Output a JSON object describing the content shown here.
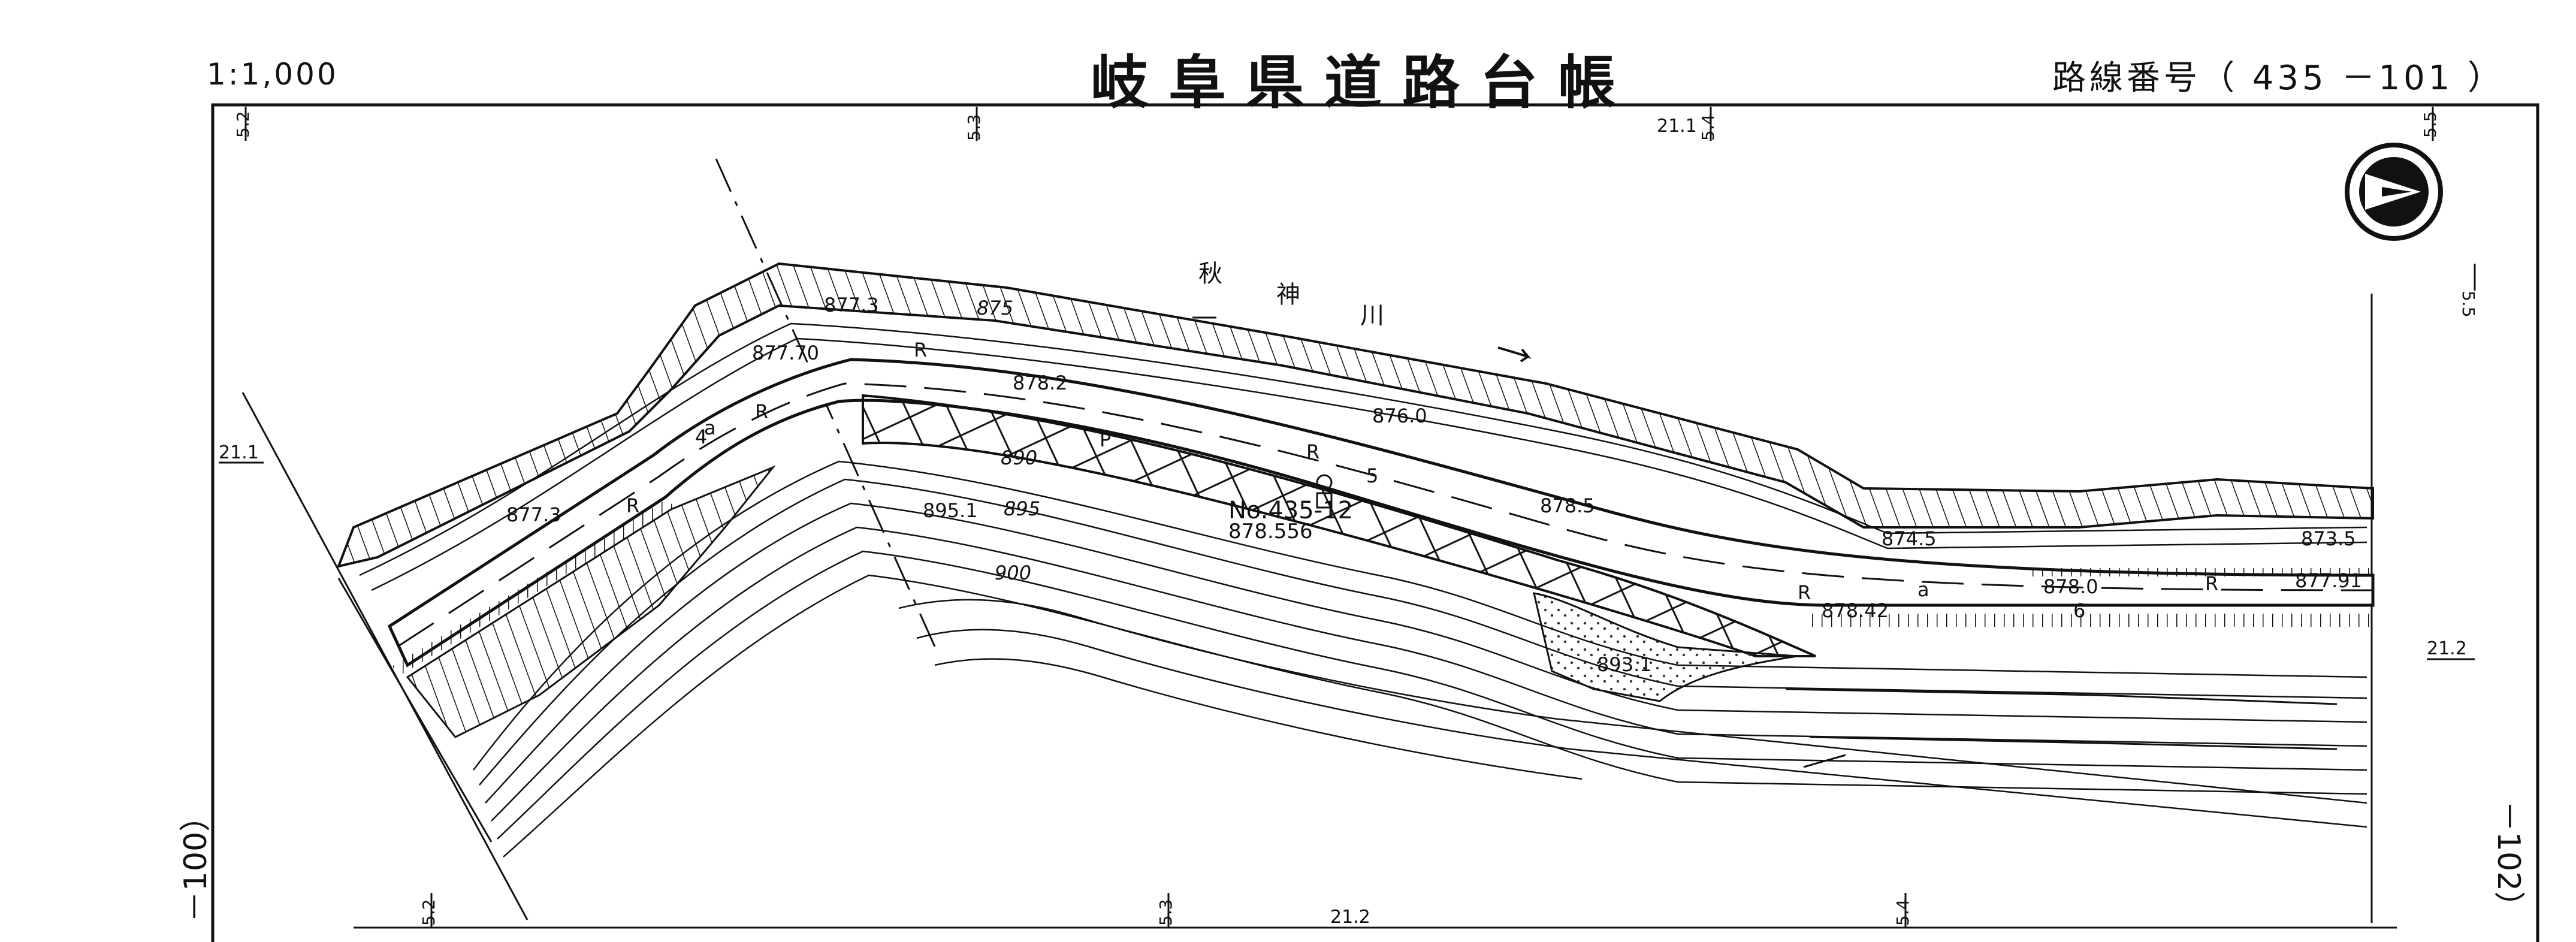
{
  "header": {
    "scale": "1:1,000",
    "title": "岐阜県道路台帳",
    "route_number_label": "路線番号（ 435 －101 ）"
  },
  "side_refs": {
    "left": "－100）",
    "right": "－102）"
  },
  "grid_labels": {
    "top_52": "5.2",
    "top_53": "5.3",
    "top_54": "5.4",
    "top_55": "5.5",
    "top_211": "21.1",
    "right_55": "5.5",
    "left_211": "21.1",
    "right_212": "21.2",
    "bottom_52": "5.2",
    "bottom_53": "5.3",
    "bottom_54": "5.4",
    "bottom_212": "21.2"
  },
  "river": {
    "name_chars": [
      "秋",
      "神",
      "川"
    ]
  },
  "elevations": {
    "e8773_top": "877.3",
    "e875": "875",
    "e87770": "877.70",
    "e8782": "878.2",
    "e890": "890",
    "e8951": "895.1",
    "e895": "895",
    "e900": "900",
    "e8773_left": "877.3",
    "e8760": "876.0",
    "e8785": "878.5",
    "e8745": "874.5",
    "e8735": "873.5",
    "e8780": "878.0",
    "e87791": "877.91",
    "e87842": "878.42",
    "e8931": "893.1"
  },
  "benchmark": {
    "id": "No.435-12",
    "elevation": "878.556"
  },
  "road_marks": {
    "r1": "R",
    "r2": "R",
    "r3": "R",
    "r4": "R",
    "r5": "R",
    "r6": "R",
    "a1": "a",
    "a2": "a",
    "num4": "4",
    "num6": "6",
    "num51": "5",
    "p": "P"
  }
}
